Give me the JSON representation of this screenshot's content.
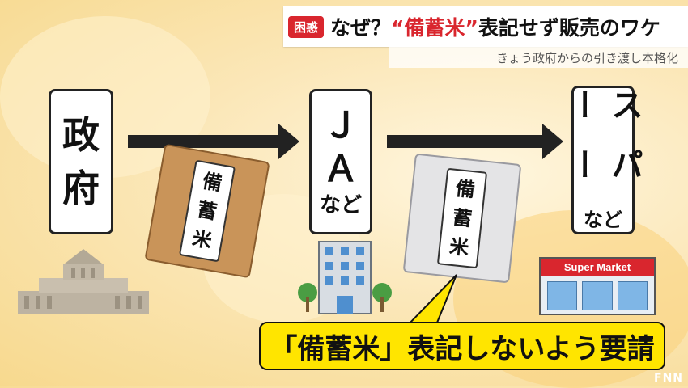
{
  "header": {
    "tag": "困惑",
    "title_before": "なぜ？",
    "title_highlight": "“備蓄米”",
    "title_after": "表記せず販売のワケ",
    "subtitle": "きょう政府からの引き渡し本格化"
  },
  "flow": {
    "government": {
      "line1": "政",
      "line2": "府"
    },
    "ja": {
      "line1": "Ｊ",
      "line2": "Ａ",
      "suffix": "など"
    },
    "supermarket": {
      "line1": "スー",
      "line2": "パー",
      "suffix": "など"
    }
  },
  "bags": {
    "first": [
      "備",
      "蓄",
      "米"
    ],
    "second": [
      "備",
      "蓄",
      "米"
    ]
  },
  "store_sign": "Super Market",
  "callout": "「備蓄米」表記しないよう要請",
  "watermark": "FNN",
  "colors": {
    "accent_red": "#d9262e",
    "callout_yellow": "#ffe500"
  }
}
